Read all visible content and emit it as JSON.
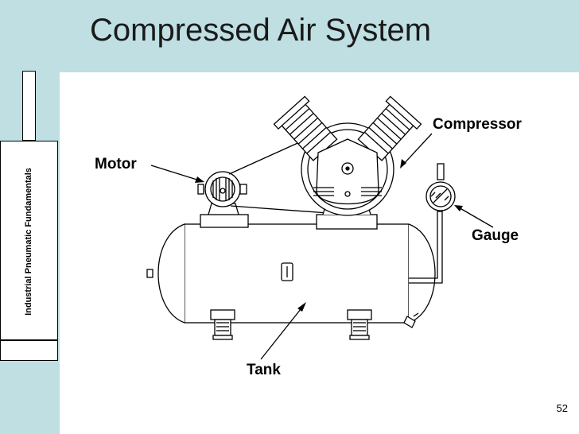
{
  "slide": {
    "title": "Compressed Air System",
    "sidebar_label": "Industrial Pneumatic Fundamentals",
    "page_number": "52"
  },
  "labels": {
    "compressor": "Compressor",
    "motor": "Motor",
    "gauge": "Gauge",
    "tank": "Tank"
  },
  "colors": {
    "background_band": "#bfdfe3",
    "line": "#000000"
  }
}
